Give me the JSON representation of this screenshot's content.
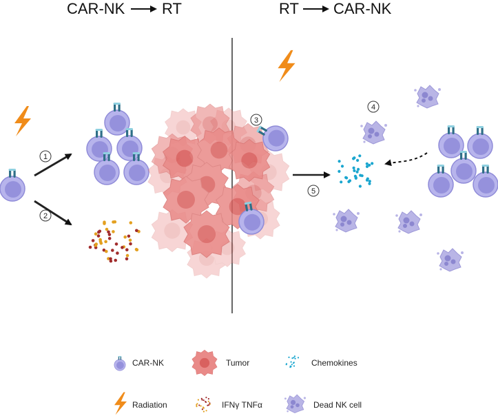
{
  "titles": {
    "left": "CAR-NK",
    "left_after": "RT",
    "right": "RT",
    "right_after": "CAR-NK"
  },
  "steps": [
    "1",
    "2",
    "3",
    "4",
    "5"
  ],
  "legend": {
    "car_nk": "CAR-NK",
    "tumor": "Tumor",
    "chemokines": "Chemokines",
    "radiation": "Radiation",
    "cytokines": "IFNγ TNFα",
    "dead_nk": "Dead NK cell"
  },
  "icons": [
    "car-nk-cell-icon",
    "tumor-cell-icon",
    "chemokine-dots-icon",
    "radiation-bolt-icon",
    "cytokine-dots-icon",
    "dead-nk-cell-icon"
  ],
  "colors": {
    "nk_cell": "#b7b4ec",
    "nk_nucleus": "#9591dc",
    "receptor": "#2f6f88",
    "tumor": "#e98a88",
    "tumor_nucleus": "#d9615f",
    "radiation": "#f08c1a",
    "chemokine": "#1aa6cf",
    "cytokine_red": "#a12c2c",
    "cytokine_orange": "#e3a020",
    "dead_nk": "#b9b5e6"
  }
}
